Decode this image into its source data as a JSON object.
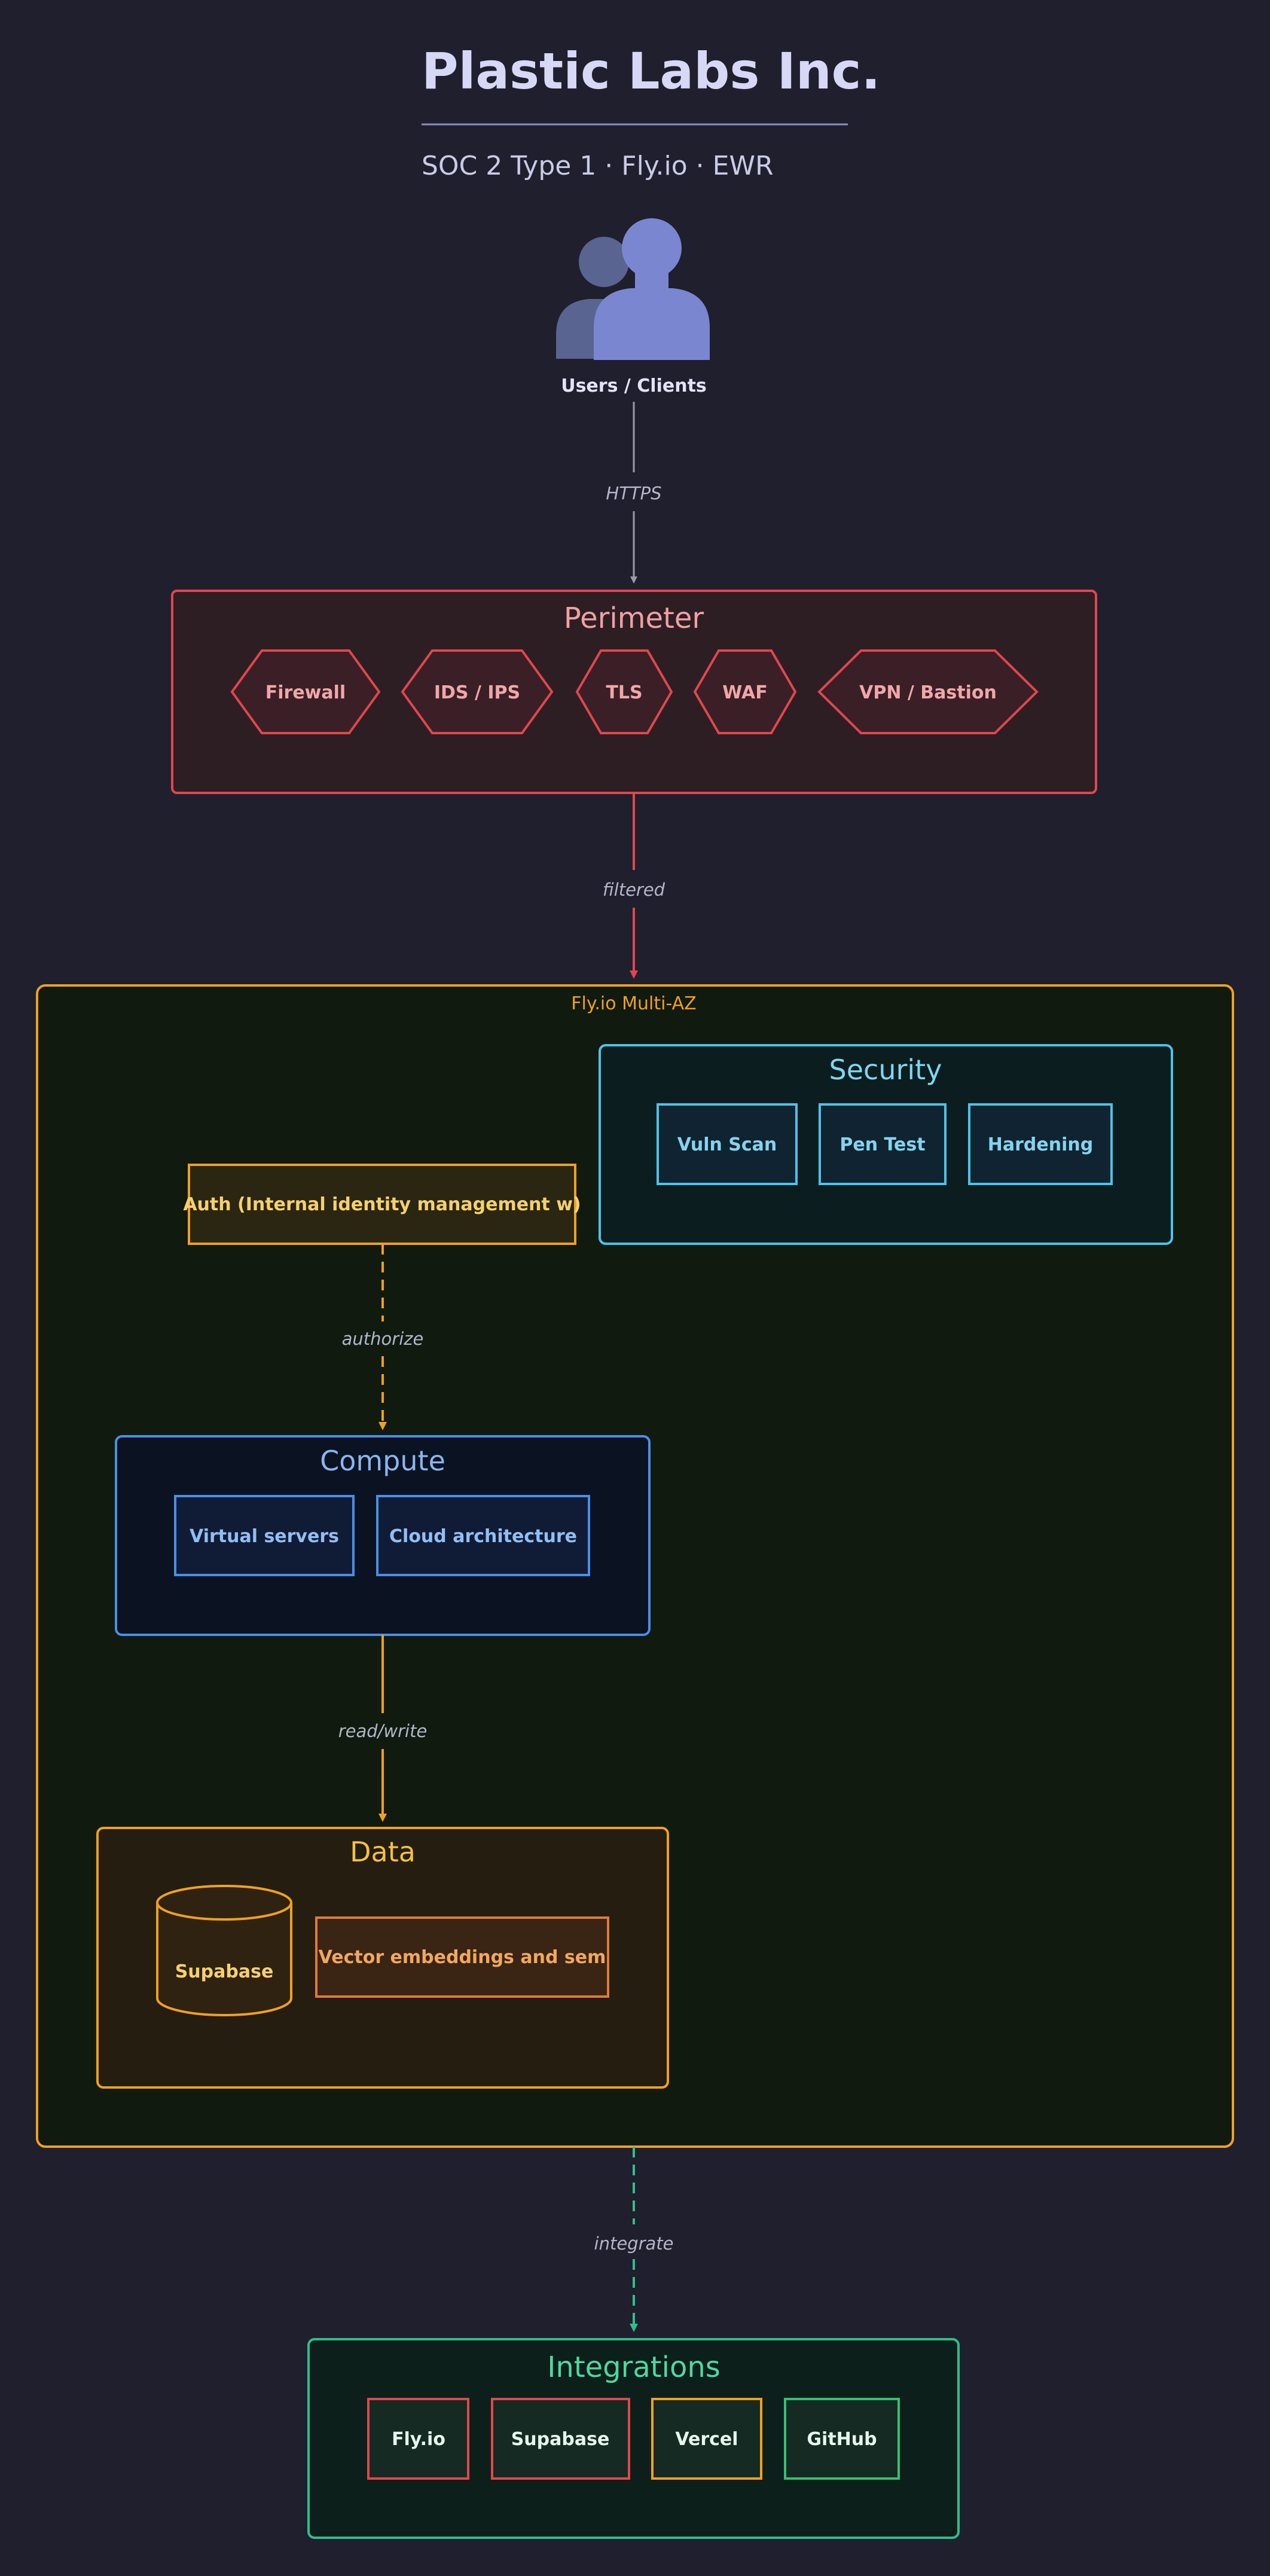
{
  "header": {
    "title": "Plastic Labs Inc.",
    "subtitle": "SOC 2 Type 1 · Fly.io · EWR"
  },
  "users": {
    "label": "Users / Clients",
    "icon": "users-icon"
  },
  "edges": {
    "https": "HTTPS",
    "filtered": "filtered",
    "authorize": "authorize",
    "read_write": "read/write",
    "integrate": "integrate"
  },
  "perimeter": {
    "title": "Perimeter",
    "items": [
      "Firewall",
      "IDS / IPS",
      "TLS",
      "WAF",
      "VPN / Bastion"
    ],
    "color": "#e0474c"
  },
  "region": {
    "label": "Fly.io Multi-AZ",
    "color": "#f0a020"
  },
  "security": {
    "title": "Security",
    "items": [
      "Vuln Scan",
      "Pen Test",
      "Hardening"
    ],
    "color": "#4cc3e8"
  },
  "auth": {
    "label": "Auth (Internal identity management w)",
    "color": "#f0a020"
  },
  "compute": {
    "title": "Compute",
    "items": [
      "Virtual servers",
      "Cloud architecture"
    ],
    "color": "#4a8ee8"
  },
  "data": {
    "title": "Data",
    "database": "Supabase",
    "store": "Vector embeddings and sem",
    "color": "#f0a020"
  },
  "integrations": {
    "title": "Integrations",
    "items": [
      "Fly.io",
      "Supabase",
      "Vercel",
      "GitHub"
    ],
    "item_colors": [
      "#e0474c",
      "#e0474c",
      "#f0a020",
      "#36c070"
    ],
    "color": "#2fbf8a"
  }
}
